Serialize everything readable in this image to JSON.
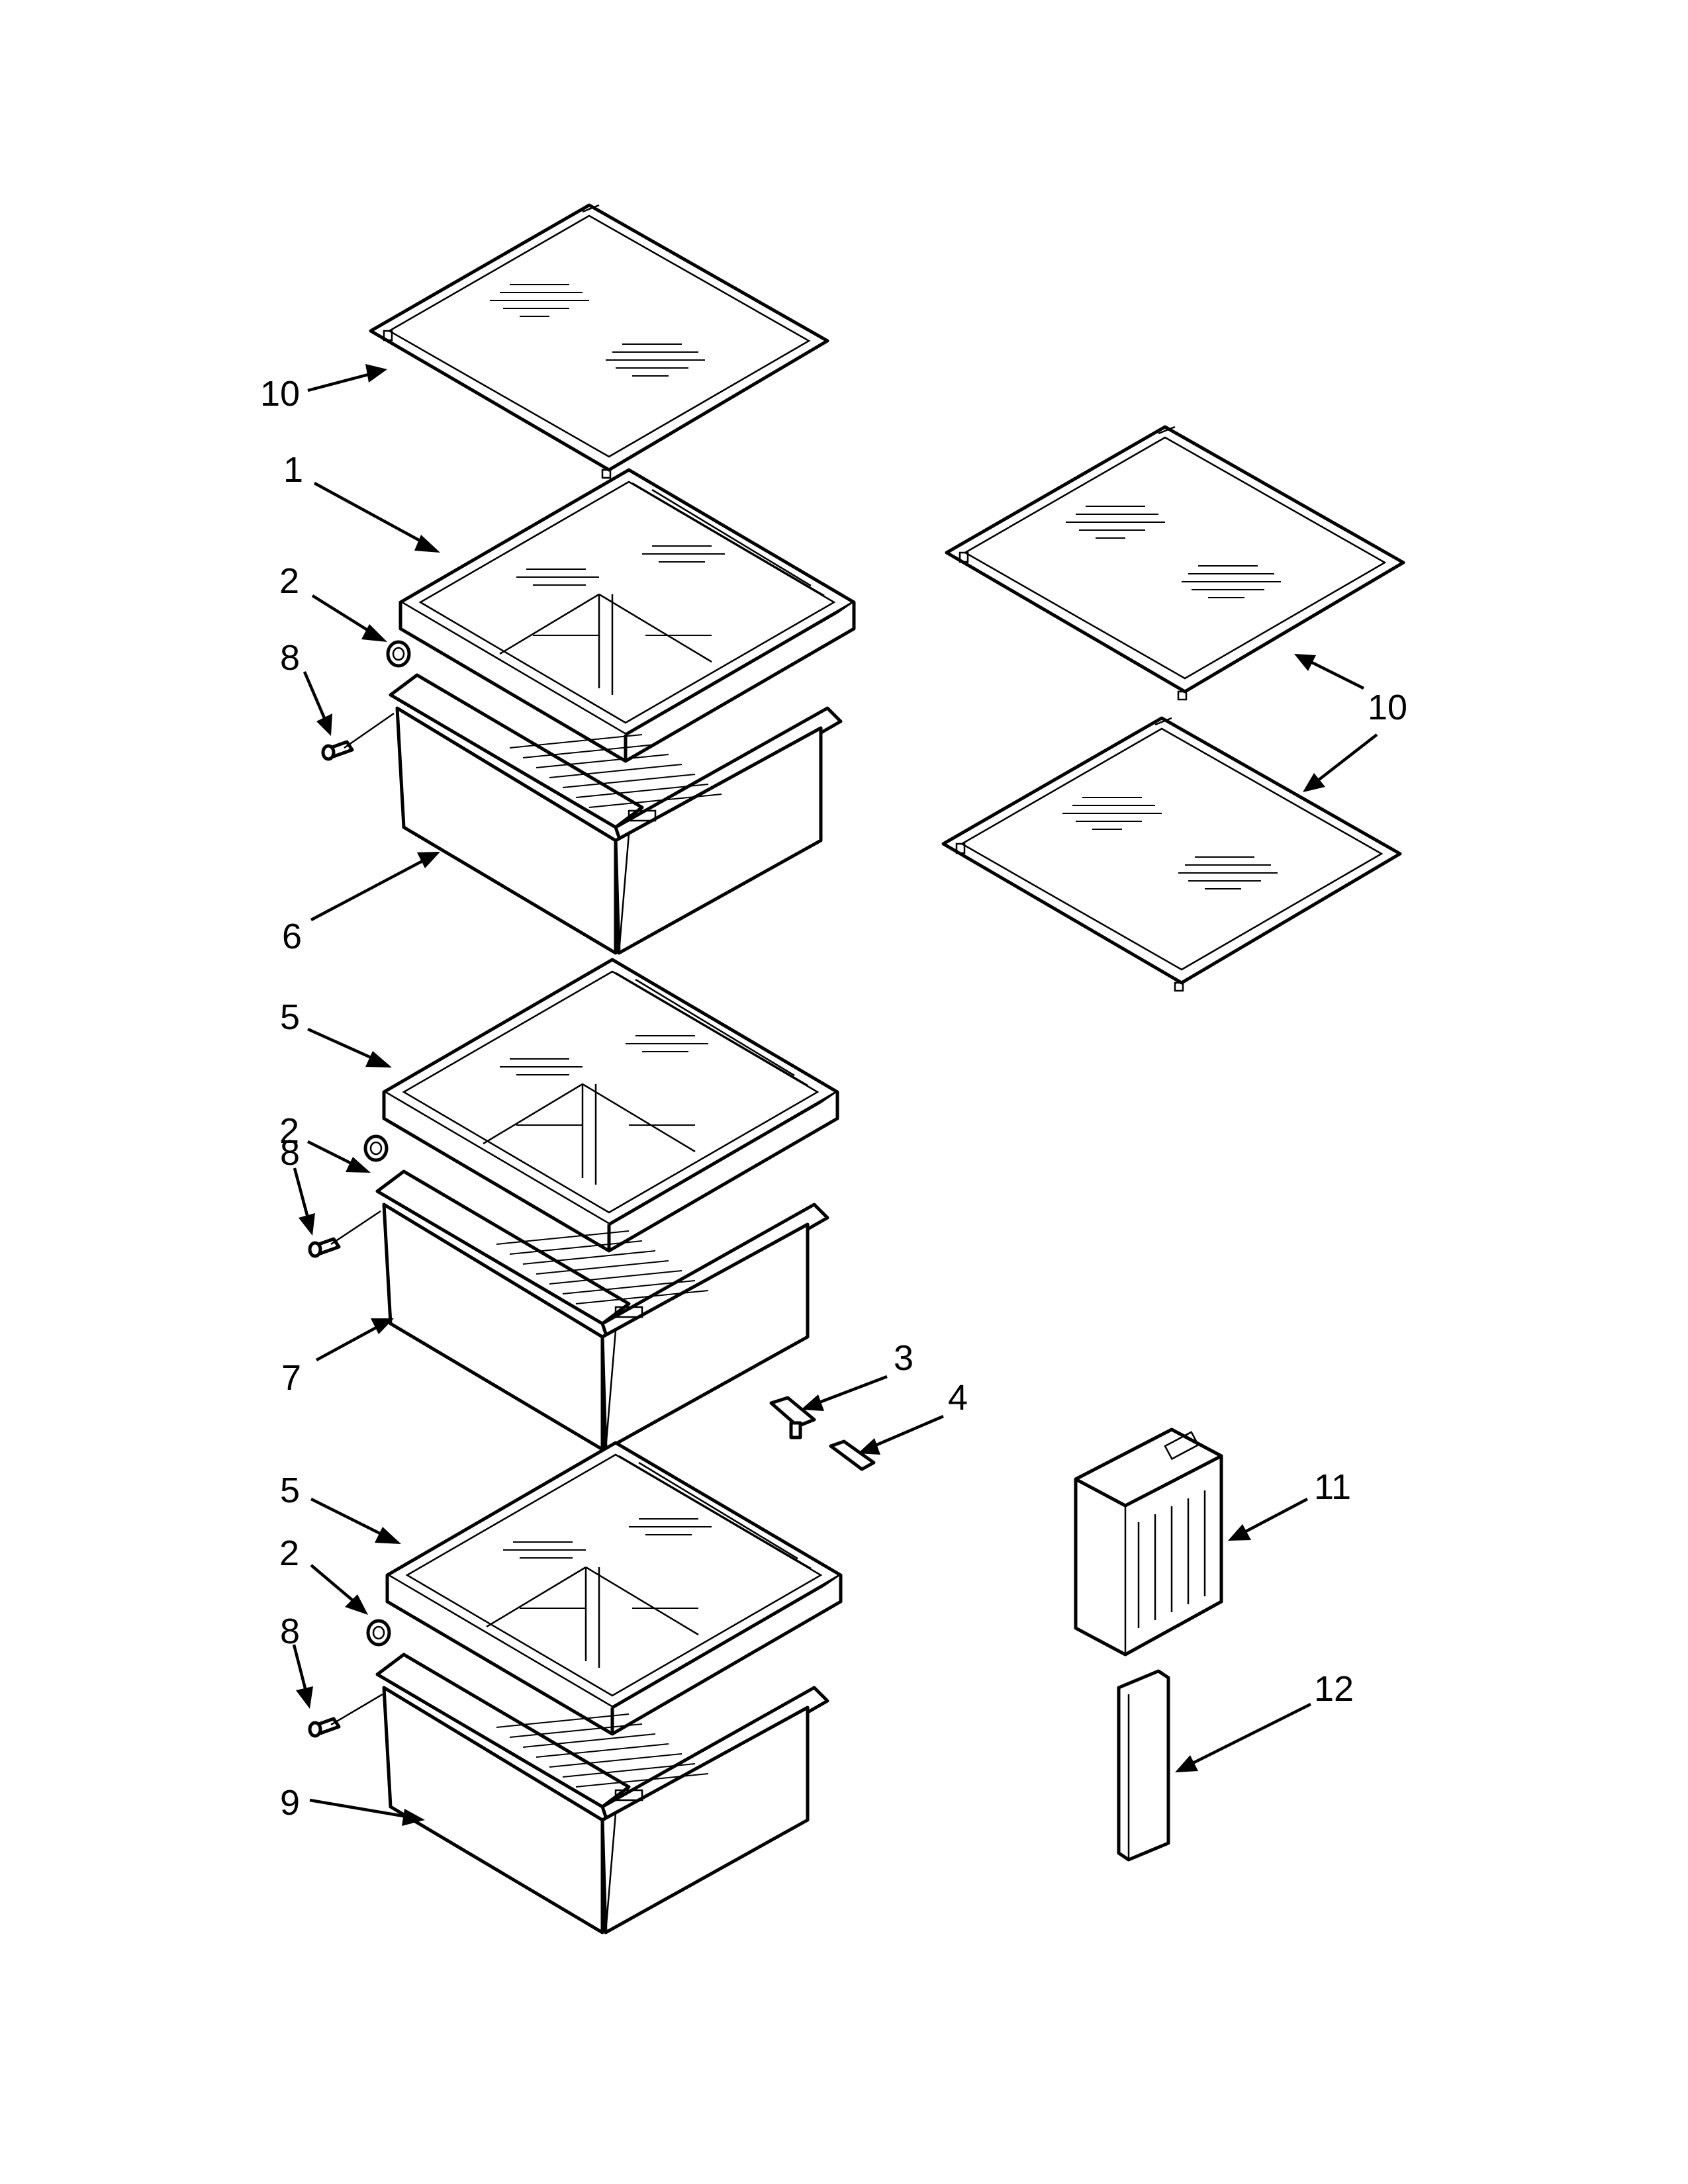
{
  "diagram": {
    "callouts": [
      {
        "id": "c10a",
        "label": "10"
      },
      {
        "id": "c1",
        "label": "1"
      },
      {
        "id": "c2a",
        "label": "2"
      },
      {
        "id": "c8a",
        "label": "8"
      },
      {
        "id": "c6",
        "label": "6"
      },
      {
        "id": "c5a",
        "label": "5"
      },
      {
        "id": "c2b",
        "label": "2"
      },
      {
        "id": "c8b",
        "label": "8"
      },
      {
        "id": "c7",
        "label": "7"
      },
      {
        "id": "c5b",
        "label": "5"
      },
      {
        "id": "c2c",
        "label": "2"
      },
      {
        "id": "c8c",
        "label": "8"
      },
      {
        "id": "c9",
        "label": "9"
      },
      {
        "id": "c10b",
        "label": "10"
      },
      {
        "id": "c3",
        "label": "3"
      },
      {
        "id": "c4",
        "label": "4"
      },
      {
        "id": "c11",
        "label": "11"
      },
      {
        "id": "c12",
        "label": "12"
      }
    ]
  }
}
